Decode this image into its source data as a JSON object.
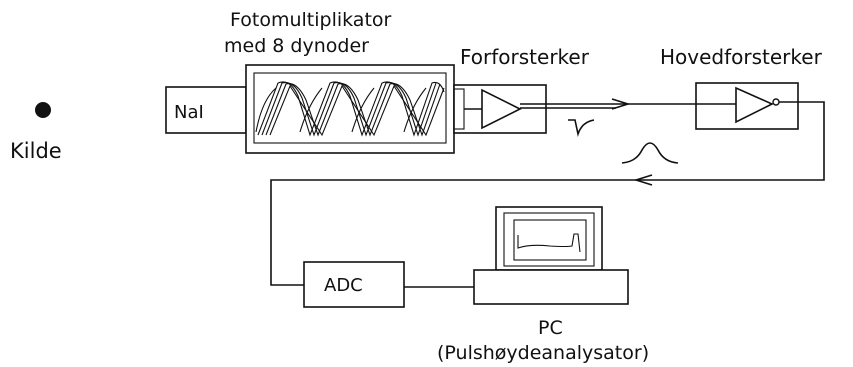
{
  "labels": {
    "source": "Kilde",
    "crystal": "NaI",
    "pmt_line1": "Fotomultiplikator",
    "pmt_line2": "med 8 dynoder",
    "preamp": "Forforsterker",
    "main_amp": "Hovedforsterker",
    "adc": "ADC",
    "pc_line1": "PC",
    "pc_line2": "(Pulshøydeanalysator)"
  }
}
